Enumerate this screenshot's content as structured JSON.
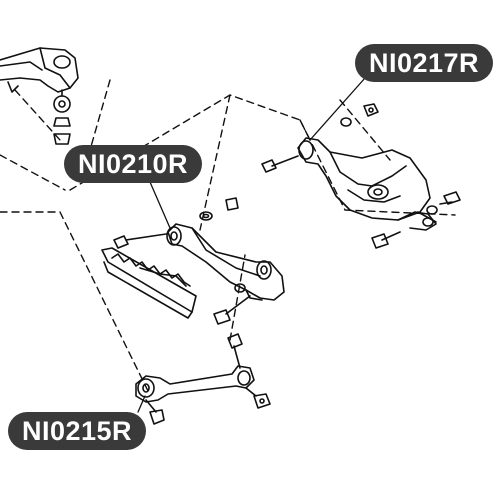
{
  "labels": {
    "upper_right": "NI0217R",
    "middle_left": "NI0210R",
    "lower_left": "NI0215R"
  },
  "colors": {
    "callout_bg": "#3a3a3a",
    "callout_text": "#ffffff",
    "line_art": "#111111"
  }
}
